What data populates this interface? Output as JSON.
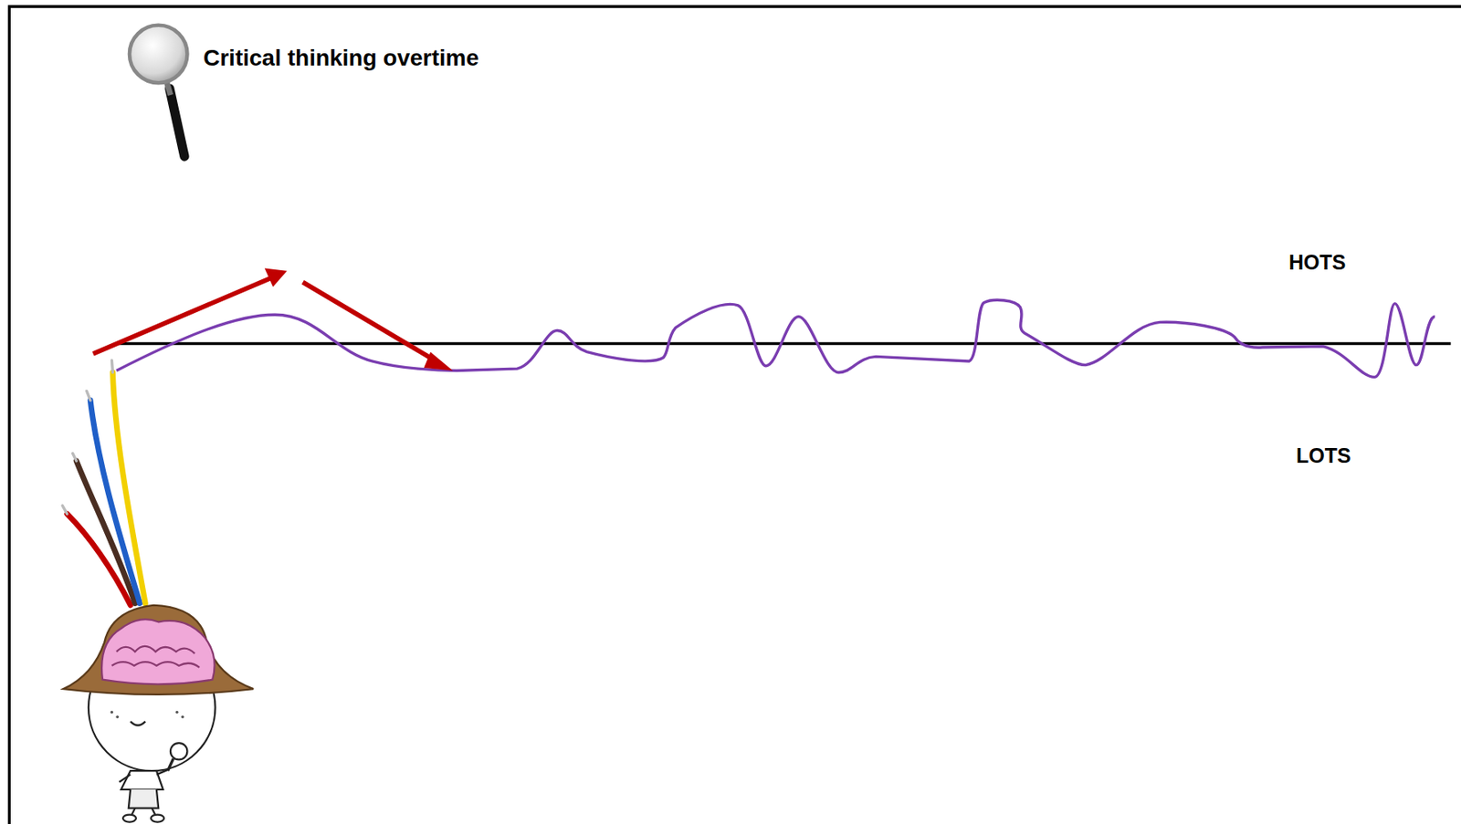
{
  "diagram": {
    "title": "Critical thinking overtime",
    "labels": [
      "HOTS",
      "LOTS"
    ]
  }
}
